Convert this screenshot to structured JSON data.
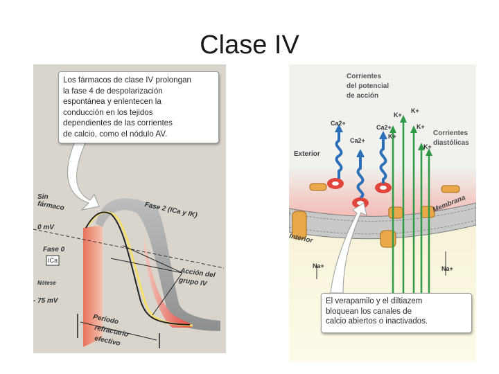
{
  "slide": {
    "title": "Clase IV"
  },
  "left_figure": {
    "callout_lines": [
      "Los fármacos de clase IV prolongan",
      "la fase 4 de despolarización",
      "espontánea y enlentecen la",
      "conducción en los tejidos",
      "dependientes de las corrientes",
      "de calcio, como el nódulo AV."
    ],
    "sin_farmaco_line1": "Sin",
    "sin_farmaco_line2": "fármaco",
    "zero_mv": "0 mV",
    "fase0": "Fase 0",
    "ica": "ICa",
    "notese": "Nótese",
    "minus75": "- 75 mV",
    "fase2": "Fase 2 (ICa y IK)",
    "accion_line1": "Acción del",
    "accion_line2": "grupo IV",
    "periodo_line1": "Período",
    "periodo_line2": "refractario",
    "periodo_line3": "efectivo"
  },
  "right_figure": {
    "corrientes_line1": "Corrientes",
    "corrientes_line2": "del potencial",
    "corrientes_line3": "de acción",
    "ca1": "Ca2+",
    "ca2": "Ca2+",
    "ca3": "Ca2+",
    "k1": "K+",
    "k2": "K+",
    "k3": "K+",
    "k4": "K+",
    "k5": "K+",
    "diastolicas_line1": "Corrientes",
    "diastolicas_line2": "diastólicas",
    "exterior": "Exterior",
    "interior": "Interior",
    "membrana": "Membrana",
    "na1": "Na+",
    "na2": "Na+",
    "callout_line1": "El verapamilo y el diltiazem",
    "callout_line2": "bloquean los canales de",
    "callout_line3": "calcio abiertos o inactivados."
  },
  "colors": {
    "blue_current": "#2a6fb8",
    "green_current": "#2e9a45",
    "red_area": "#e0443a",
    "membrane_gray": "#8a8a8a",
    "panel_bg": "#d9d5cc"
  }
}
